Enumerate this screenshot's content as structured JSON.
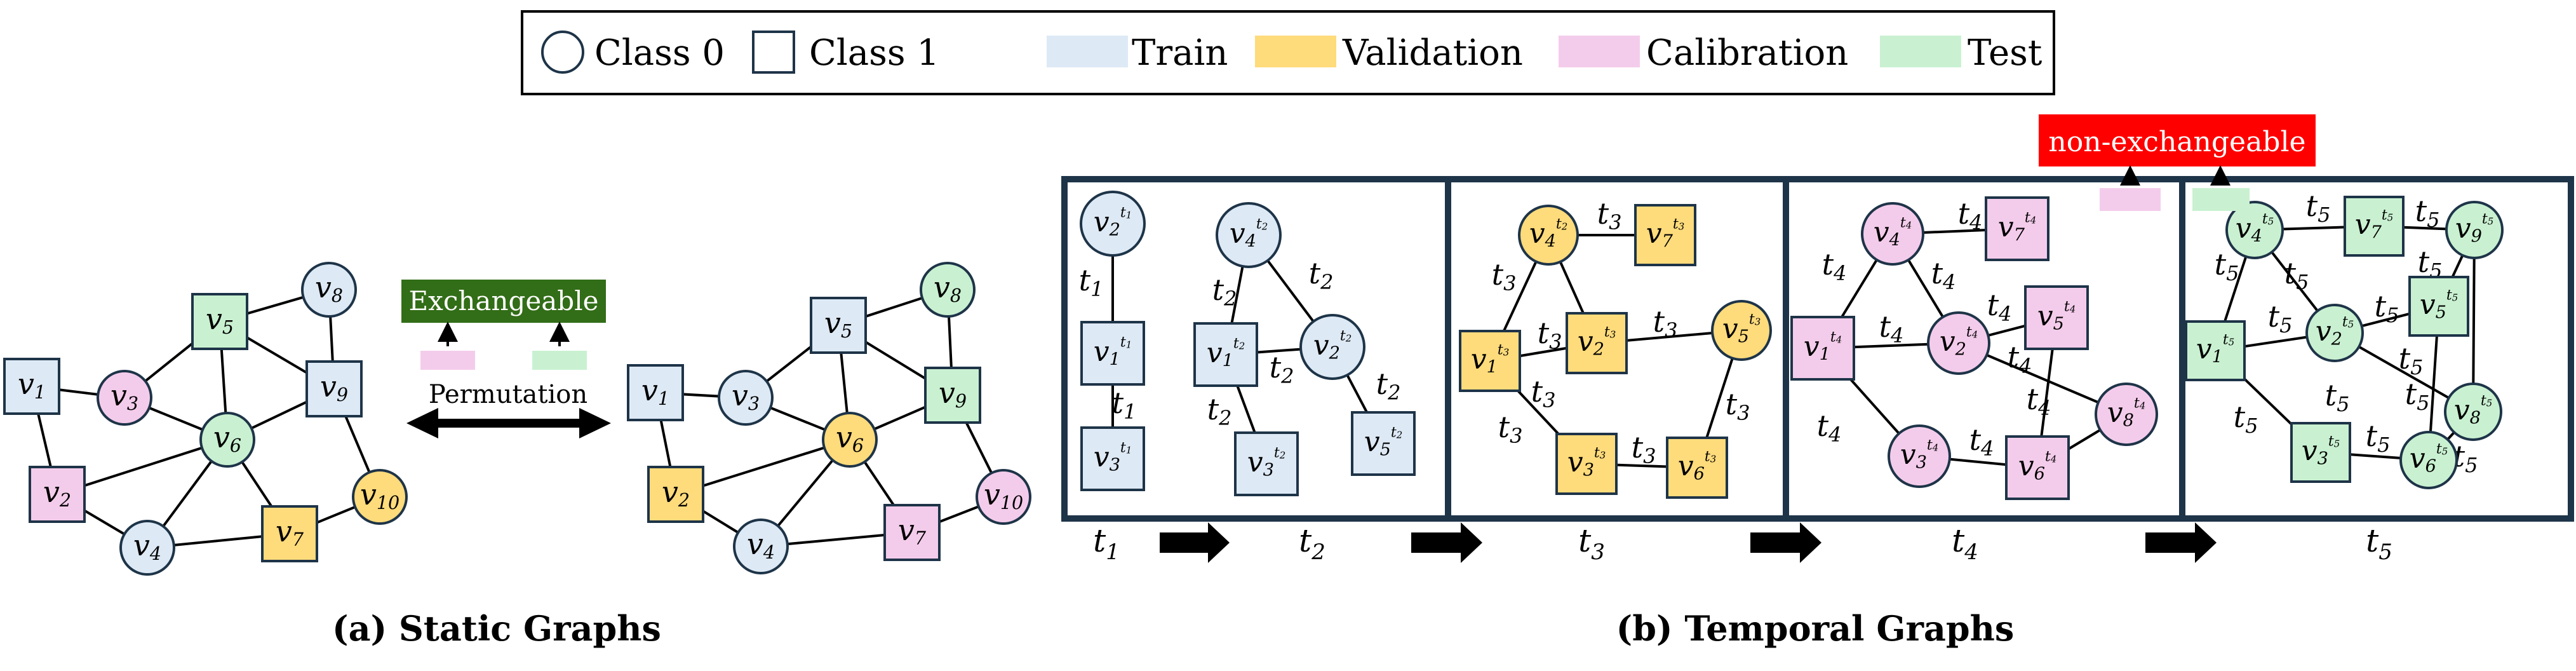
{
  "legend": {
    "class0": "Class 0",
    "class1": "Class 1",
    "train": "Train",
    "validation": "Validation",
    "calibration": "Calibration",
    "test": "Test"
  },
  "colors": {
    "train": "#dde9f5",
    "validation": "#fedb7b",
    "calibration": "#f4cceb",
    "test": "#c9f1d1",
    "exchangeable": "#326d17",
    "nonexchangeable": "#fe0000",
    "stroke": "#1e3448"
  },
  "static": {
    "exchangeable_label": "Exchangeable",
    "permutation_label": "Permutation",
    "caption": "(a) Static Graphs"
  },
  "temporal": {
    "nonexchangeable_label": "non-exchangeable",
    "caption": "(b) Temporal Graphs",
    "edge_label": "t",
    "time_labels": [
      "1",
      "2",
      "3",
      "4",
      "5"
    ],
    "node_letter": "v"
  },
  "graphs": {
    "g1": {
      "nodes": [
        {
          "id": "1",
          "shape": "square",
          "role": "train"
        },
        {
          "id": "2",
          "shape": "square",
          "role": "calibration"
        },
        {
          "id": "3",
          "shape": "circle",
          "role": "calibration"
        },
        {
          "id": "4",
          "shape": "circle",
          "role": "train"
        },
        {
          "id": "5",
          "shape": "square",
          "role": "test"
        },
        {
          "id": "6",
          "shape": "circle",
          "role": "test"
        },
        {
          "id": "7",
          "shape": "square",
          "role": "validation"
        },
        {
          "id": "8",
          "shape": "circle",
          "role": "train"
        },
        {
          "id": "9",
          "shape": "square",
          "role": "train"
        },
        {
          "id": "10",
          "shape": "circle",
          "role": "validation"
        }
      ],
      "edges": [
        [
          "1",
          "2"
        ],
        [
          "1",
          "3"
        ],
        [
          "3",
          "5"
        ],
        [
          "5",
          "6"
        ],
        [
          "5",
          "8"
        ],
        [
          "5",
          "9"
        ],
        [
          "3",
          "6"
        ],
        [
          "2",
          "4"
        ],
        [
          "2",
          "6"
        ],
        [
          "4",
          "6"
        ],
        [
          "4",
          "7"
        ],
        [
          "6",
          "7"
        ],
        [
          "6",
          "9"
        ],
        [
          "8",
          "9"
        ],
        [
          "9",
          "10"
        ],
        [
          "7",
          "10"
        ]
      ]
    },
    "g2": {
      "nodes": [
        {
          "id": "1",
          "shape": "square",
          "role": "train"
        },
        {
          "id": "2",
          "shape": "square",
          "role": "validation"
        },
        {
          "id": "3",
          "shape": "circle",
          "role": "train"
        },
        {
          "id": "4",
          "shape": "circle",
          "role": "train"
        },
        {
          "id": "5",
          "shape": "square",
          "role": "train"
        },
        {
          "id": "6",
          "shape": "circle",
          "role": "validation"
        },
        {
          "id": "7",
          "shape": "square",
          "role": "calibration"
        },
        {
          "id": "8",
          "shape": "circle",
          "role": "test"
        },
        {
          "id": "9",
          "shape": "square",
          "role": "test"
        },
        {
          "id": "10",
          "shape": "circle",
          "role": "calibration"
        }
      ],
      "edges": [
        [
          "1",
          "2"
        ],
        [
          "1",
          "3"
        ],
        [
          "3",
          "5"
        ],
        [
          "5",
          "6"
        ],
        [
          "5",
          "8"
        ],
        [
          "5",
          "9"
        ],
        [
          "3",
          "6"
        ],
        [
          "2",
          "4"
        ],
        [
          "2",
          "6"
        ],
        [
          "4",
          "6"
        ],
        [
          "4",
          "7"
        ],
        [
          "6",
          "7"
        ],
        [
          "6",
          "9"
        ],
        [
          "8",
          "9"
        ],
        [
          "9",
          "10"
        ],
        [
          "7",
          "10"
        ]
      ]
    },
    "p1": {
      "nodes": [
        {
          "id": "2",
          "t": "1",
          "shape": "circle",
          "role": "train"
        },
        {
          "id": "1",
          "t": "1",
          "shape": "square",
          "role": "train"
        },
        {
          "id": "3",
          "t": "1",
          "shape": "square",
          "role": "train"
        },
        {
          "id": "4",
          "t": "2",
          "shape": "circle",
          "role": "train"
        },
        {
          "id": "1",
          "t": "2",
          "shape": "square",
          "role": "train"
        },
        {
          "id": "2",
          "t": "2",
          "shape": "circle",
          "role": "train"
        },
        {
          "id": "3",
          "t": "2",
          "shape": "square",
          "role": "train"
        },
        {
          "id": "5",
          "t": "2",
          "shape": "square",
          "role": "train"
        }
      ],
      "edges": [
        [
          0,
          1,
          "1"
        ],
        [
          1,
          2,
          "1"
        ],
        [
          3,
          4,
          "2"
        ],
        [
          3,
          5,
          "2"
        ],
        [
          4,
          5,
          "2"
        ],
        [
          4,
          6,
          "2"
        ],
        [
          5,
          7,
          "2"
        ]
      ]
    },
    "p3": {
      "nodes": [
        {
          "id": "4",
          "t": "2",
          "shape": "circle",
          "role": "validation"
        },
        {
          "id": "7",
          "t": "3",
          "shape": "square",
          "role": "validation"
        },
        {
          "id": "1",
          "t": "3",
          "shape": "square",
          "role": "validation"
        },
        {
          "id": "2",
          "t": "3",
          "shape": "square",
          "role": "validation"
        },
        {
          "id": "5",
          "t": "3",
          "shape": "circle",
          "role": "validation"
        },
        {
          "id": "3",
          "t": "3",
          "shape": "square",
          "role": "validation"
        },
        {
          "id": "6",
          "t": "3",
          "shape": "square",
          "role": "validation"
        }
      ],
      "edges": [
        [
          0,
          1,
          "3"
        ],
        [
          0,
          2,
          "3"
        ],
        [
          0,
          3,
          "3"
        ],
        [
          2,
          3,
          "3"
        ],
        [
          3,
          4,
          "3"
        ],
        [
          2,
          5,
          "3"
        ],
        [
          5,
          6,
          "3"
        ],
        [
          4,
          6,
          "3"
        ]
      ]
    },
    "p4": {
      "nodes": [
        {
          "id": "4",
          "t": "4",
          "shape": "circle",
          "role": "calibration"
        },
        {
          "id": "7",
          "t": "4",
          "shape": "square",
          "role": "calibration"
        },
        {
          "id": "1",
          "t": "4",
          "shape": "square",
          "role": "calibration"
        },
        {
          "id": "2",
          "t": "4",
          "shape": "circle",
          "role": "calibration"
        },
        {
          "id": "5",
          "t": "4",
          "shape": "square",
          "role": "calibration"
        },
        {
          "id": "8",
          "t": "4",
          "shape": "circle",
          "role": "calibration"
        },
        {
          "id": "3",
          "t": "4",
          "shape": "circle",
          "role": "calibration"
        },
        {
          "id": "6",
          "t": "4",
          "shape": "square",
          "role": "calibration"
        }
      ],
      "edges": [
        [
          0,
          1,
          "4"
        ],
        [
          0,
          2,
          "4"
        ],
        [
          0,
          3,
          "4"
        ],
        [
          2,
          3,
          "4"
        ],
        [
          3,
          4,
          "4"
        ],
        [
          3,
          5,
          "4"
        ],
        [
          2,
          6,
          "4"
        ],
        [
          6,
          7,
          "4"
        ],
        [
          4,
          7,
          "4"
        ],
        [
          5,
          7,
          "4"
        ]
      ]
    },
    "p5": {
      "nodes": [
        {
          "id": "4",
          "t": "5",
          "shape": "circle",
          "role": "test"
        },
        {
          "id": "7",
          "t": "5",
          "shape": "square",
          "role": "test"
        },
        {
          "id": "9",
          "t": "5",
          "shape": "circle",
          "role": "test"
        },
        {
          "id": "1",
          "t": "5",
          "shape": "square",
          "role": "test"
        },
        {
          "id": "2",
          "t": "5",
          "shape": "circle",
          "role": "test"
        },
        {
          "id": "5",
          "t": "5",
          "shape": "square",
          "role": "test"
        },
        {
          "id": "8",
          "t": "5",
          "shape": "circle",
          "role": "test"
        },
        {
          "id": "3",
          "t": "5",
          "shape": "square",
          "role": "test"
        },
        {
          "id": "6",
          "t": "5",
          "shape": "circle",
          "role": "test"
        }
      ],
      "edges": [
        [
          0,
          1,
          "5"
        ],
        [
          1,
          2,
          "5"
        ],
        [
          0,
          4,
          "5"
        ],
        [
          0,
          3,
          "5"
        ],
        [
          3,
          4,
          "5"
        ],
        [
          4,
          5,
          "5"
        ],
        [
          2,
          5,
          "5"
        ],
        [
          2,
          6,
          "5"
        ],
        [
          4,
          6,
          "5"
        ],
        [
          3,
          7,
          "5"
        ],
        [
          7,
          8,
          "5"
        ],
        [
          8,
          5,
          "5"
        ],
        [
          8,
          6,
          "5"
        ]
      ]
    }
  }
}
